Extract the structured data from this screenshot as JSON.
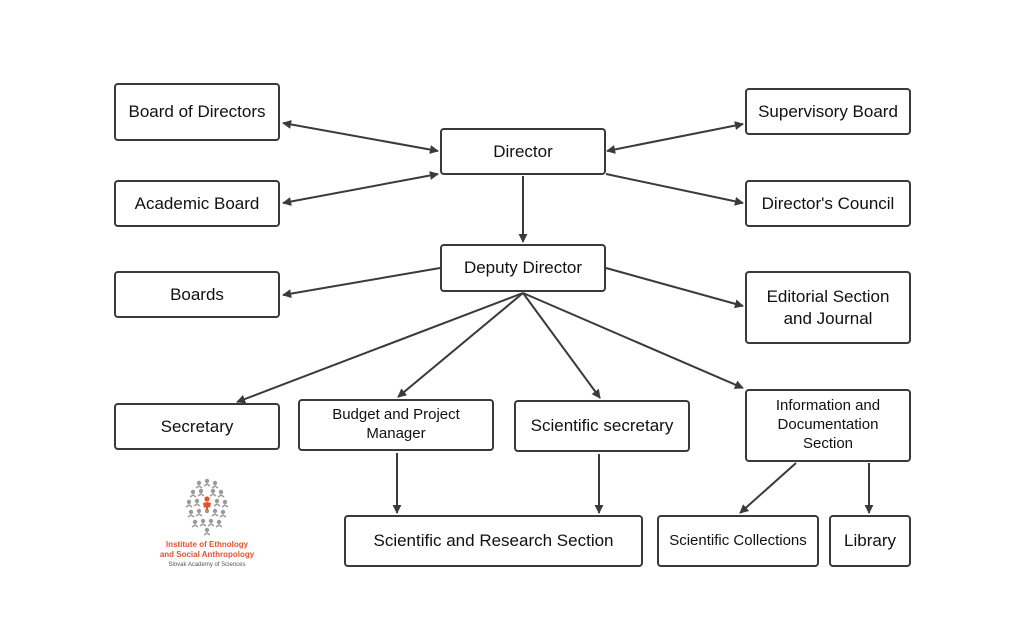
{
  "nodes": {
    "board_of_directors": "Board of Directors",
    "director": "Director",
    "supervisory_board": "Supervisory Board",
    "academic_board": "Academic Board",
    "directors_council": "Director's Council",
    "deputy_director": "Deputy Director",
    "boards": "Boards",
    "editorial_section": "Editorial Section and Journal",
    "secretary": "Secretary",
    "budget_manager": "Budget and Project Manager",
    "scientific_secretary": "Scientific secretary",
    "info_doc_section": "Information and Documentation Section",
    "scientific_research_section": "Scientific and Research Section",
    "scientific_collections": "Scientific Collections",
    "library": "Library"
  },
  "edges": [
    {
      "from": "director",
      "to": "board_of_directors",
      "bidirectional": true
    },
    {
      "from": "director",
      "to": "supervisory_board",
      "bidirectional": true
    },
    {
      "from": "director",
      "to": "academic_board",
      "bidirectional": true
    },
    {
      "from": "director",
      "to": "directors_council",
      "bidirectional": false
    },
    {
      "from": "director",
      "to": "deputy_director",
      "bidirectional": false
    },
    {
      "from": "deputy_director",
      "to": "boards",
      "bidirectional": false
    },
    {
      "from": "deputy_director",
      "to": "editorial_section",
      "bidirectional": false
    },
    {
      "from": "deputy_director",
      "to": "secretary",
      "bidirectional": false
    },
    {
      "from": "deputy_director",
      "to": "budget_manager",
      "bidirectional": false
    },
    {
      "from": "deputy_director",
      "to": "scientific_secretary",
      "bidirectional": false
    },
    {
      "from": "deputy_director",
      "to": "info_doc_section",
      "bidirectional": false
    },
    {
      "from": "budget_manager",
      "to": "scientific_research_section",
      "bidirectional": false
    },
    {
      "from": "scientific_secretary",
      "to": "scientific_research_section",
      "bidirectional": false
    },
    {
      "from": "info_doc_section",
      "to": "scientific_collections",
      "bidirectional": false
    },
    {
      "from": "info_doc_section",
      "to": "library",
      "bidirectional": false
    }
  ],
  "logo": {
    "line1": "Institute of Ethnology",
    "line2": "and Social Anthropology",
    "line3": "Slovak Academy of Sciences",
    "icon": "people-pyramid-icon",
    "accent_color": "#e2532c",
    "figure_color": "#9a9a9a"
  },
  "colors": {
    "line": "#3a3a3a",
    "border": "#3a3a3a"
  }
}
